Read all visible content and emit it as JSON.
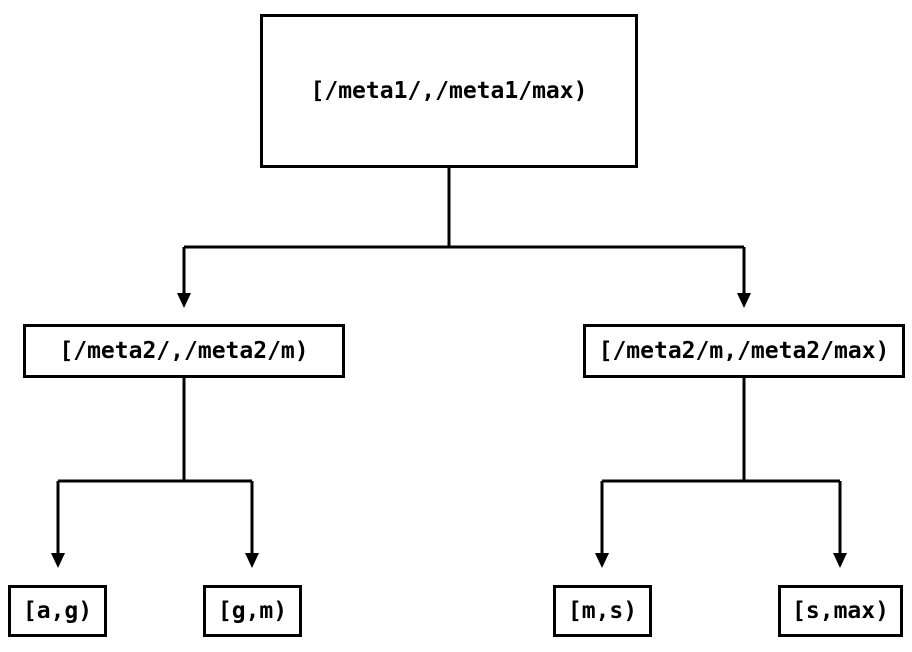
{
  "canvas": {
    "background_color": "#ffffff",
    "line_color": "#000000",
    "text_color": "#000000"
  },
  "nodes": {
    "root": {
      "label": "[/meta1/,/meta1/max)"
    },
    "meta2_left": {
      "label": "[/meta2/,/meta2/m)"
    },
    "meta2_right": {
      "label": "[/meta2/m,/meta2/max)"
    },
    "leaf_a_g": {
      "label": "[a,g)"
    },
    "leaf_g_m": {
      "label": "[g,m)"
    },
    "leaf_m_s": {
      "label": "[m,s)"
    },
    "leaf_s_max": {
      "label": "[s,max)"
    }
  },
  "edges": [
    {
      "from": "root",
      "to": "meta2_left"
    },
    {
      "from": "root",
      "to": "meta2_right"
    },
    {
      "from": "meta2_left",
      "to": "leaf_a_g"
    },
    {
      "from": "meta2_left",
      "to": "leaf_g_m"
    },
    {
      "from": "meta2_right",
      "to": "leaf_m_s"
    },
    {
      "from": "meta2_right",
      "to": "leaf_s_max"
    }
  ]
}
